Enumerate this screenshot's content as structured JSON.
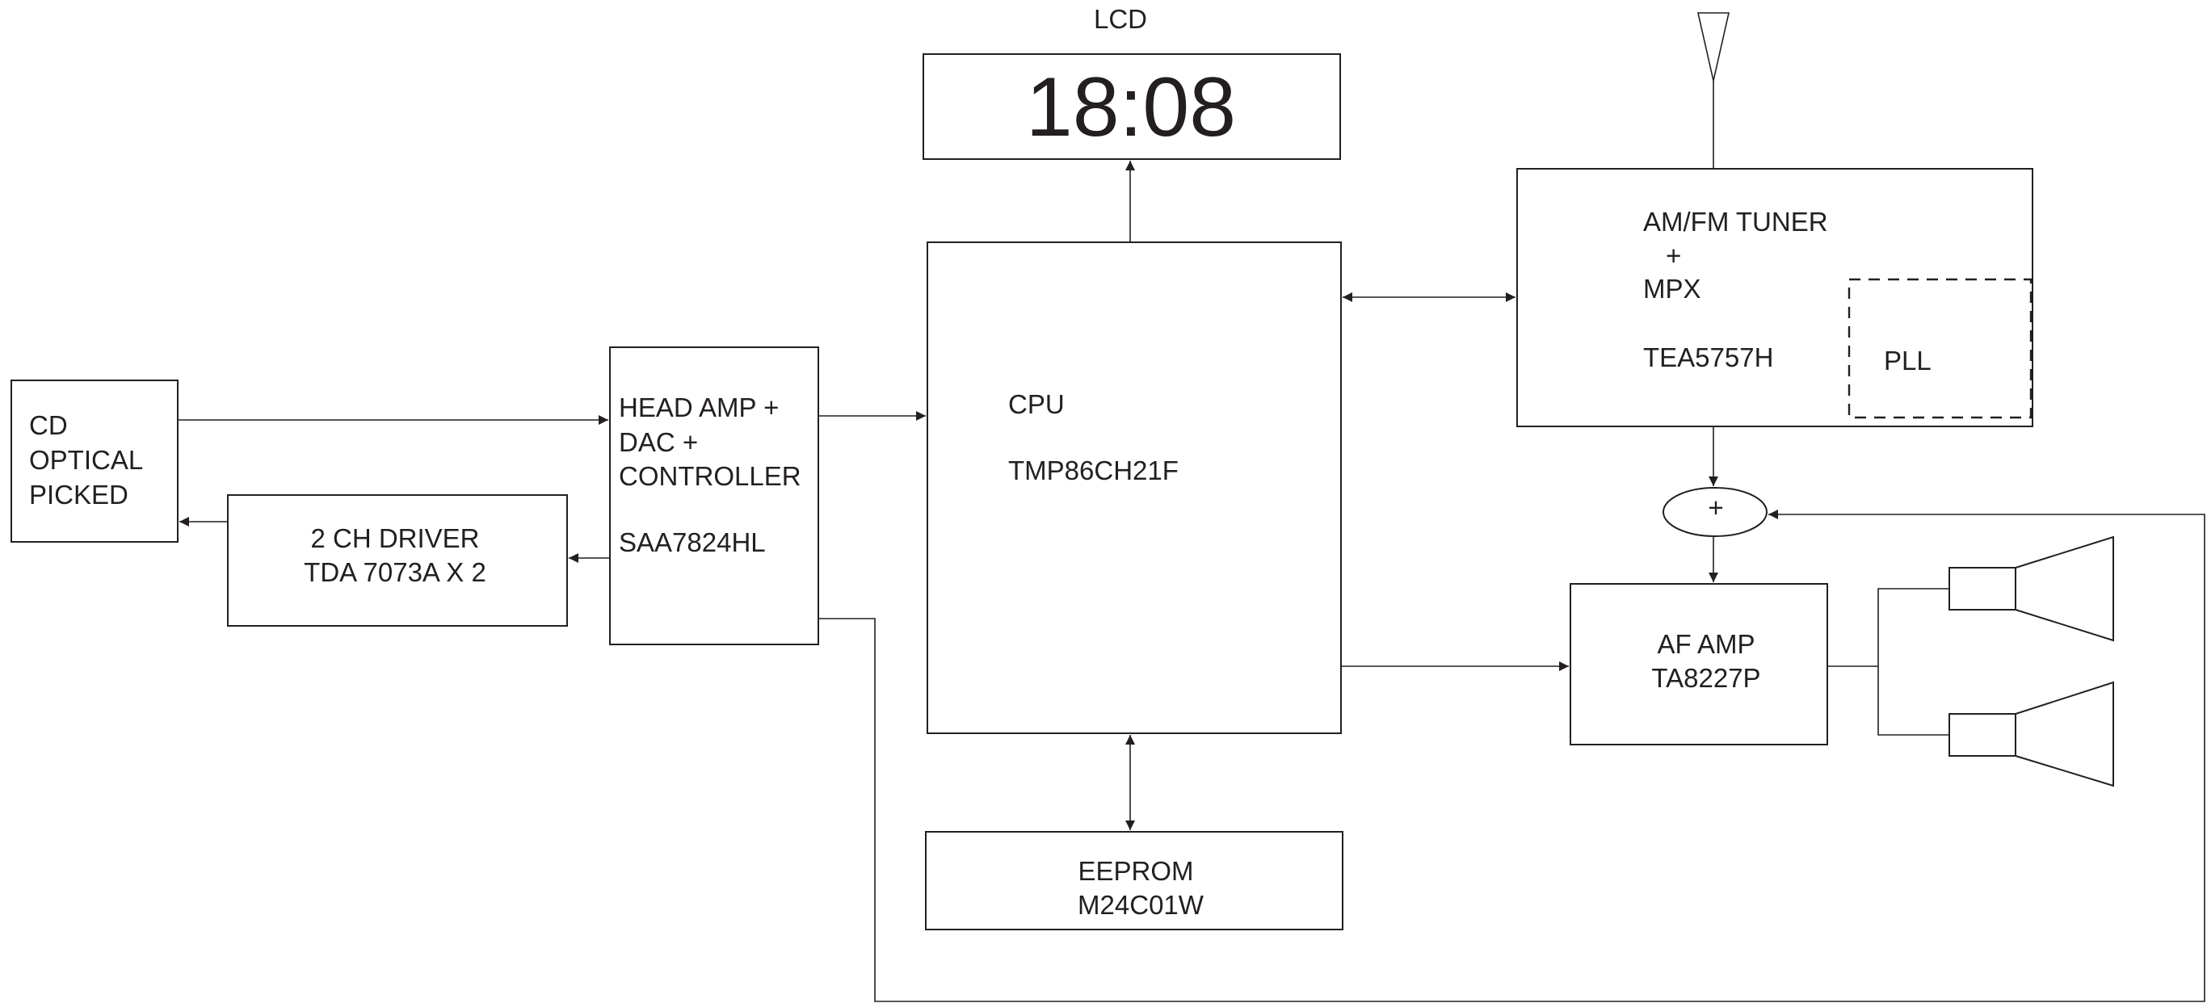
{
  "diagram": {
    "lcd_title": "LCD",
    "lcd_display": "18:08",
    "cd_pickup": [
      "CD",
      "OPTICAL",
      "PICKED"
    ],
    "driver": [
      "2  CH DRIVER",
      "TDA 7073A X 2"
    ],
    "head_amp": [
      "HEAD AMP +",
      "DAC  +",
      "CONTROLLER",
      "SAA7824HL"
    ],
    "cpu": [
      "CPU",
      "TMP86CH21F"
    ],
    "tuner": [
      "AM/FM TUNER",
      "+",
      "MPX",
      "TEA5757H"
    ],
    "pll": "PLL",
    "mixer": "+",
    "af_amp": [
      "AF AMP",
      "TA8227P"
    ],
    "eeprom": [
      "EEPROM",
      "M24C01W"
    ]
  }
}
